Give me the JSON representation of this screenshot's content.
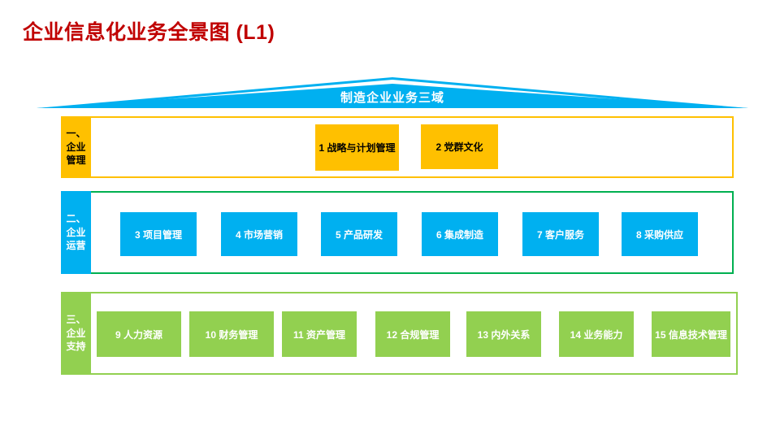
{
  "slide": {
    "title": "企业信息化业务全景图 (L1)",
    "title_color": "#C00000",
    "background": "#FFFFFF"
  },
  "roof": {
    "label": "制造企业业务三域",
    "color": "#00B0F0",
    "text_color": "#FFFFFF"
  },
  "bands": [
    {
      "name": "企业管理",
      "tab_label": "一、企业管理",
      "tab_lines": [
        "一、",
        "企业",
        "管理"
      ],
      "accent_color": "#FFC000",
      "border_color": "#FFC000",
      "text_color": "#000000",
      "boxes": [
        {
          "label": "1 战略与计划管理"
        },
        {
          "label": "2 党群文化"
        }
      ]
    },
    {
      "name": "企业运营",
      "tab_label": "二、企业运营",
      "tab_lines": [
        "二、",
        "企业",
        "运营"
      ],
      "accent_color": "#00B0F0",
      "border_color": "#00B050",
      "text_color": "#FFFFFF",
      "boxes": [
        {
          "label": "3 项目管理"
        },
        {
          "label": "4 市场营销"
        },
        {
          "label": "5 产品研发"
        },
        {
          "label": "6 集成制造"
        },
        {
          "label": "7 客户服务"
        },
        {
          "label": "8 采购供应"
        }
      ]
    },
    {
      "name": "企业支持",
      "tab_label": "三、企业支持",
      "tab_lines": [
        "三、",
        "企业",
        "支持"
      ],
      "accent_color": "#92D050",
      "border_color": "#92D050",
      "text_color": "#FFFFFF",
      "boxes": [
        {
          "label": "9 人力资源"
        },
        {
          "label": "10 财务管理"
        },
        {
          "label": "11 资产管理"
        },
        {
          "label": "12 合规管理"
        },
        {
          "label": "13 内外关系"
        },
        {
          "label": "14 业务能力"
        },
        {
          "label": "15 信息技术管理"
        }
      ]
    }
  ]
}
